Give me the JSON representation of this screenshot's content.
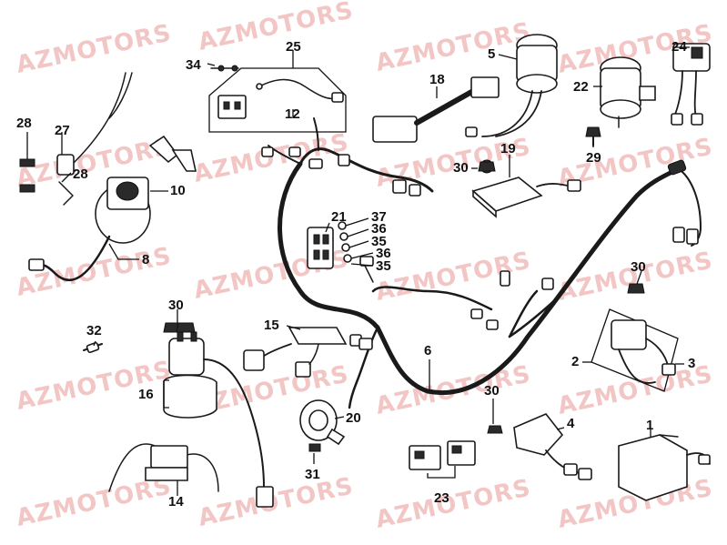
{
  "watermark": "AZMOTORS",
  "callouts": [
    "1",
    "2",
    "3",
    "4",
    "5",
    "6",
    "8",
    "10",
    "12",
    "14",
    "15",
    "16",
    "18",
    "19",
    "20",
    "21",
    "22",
    "23",
    "24",
    "25",
    "27",
    "28",
    "28",
    "29",
    "30",
    "30",
    "30",
    "30",
    "31",
    "32",
    "34",
    "35",
    "35",
    "36",
    "36",
    "37"
  ],
  "colors": {
    "line": "#1a1a1a",
    "watermark": "#f3c6c6",
    "background": "#ffffff"
  }
}
